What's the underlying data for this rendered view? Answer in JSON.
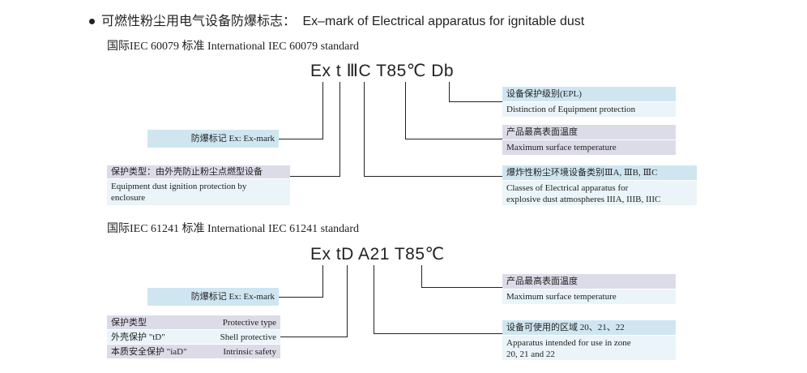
{
  "heading": {
    "zh": "可燃性粉尘用电气设备防爆标志：",
    "en": "Ex–mark of Electrical apparatus for ignitable dust"
  },
  "standard1": {
    "title": "国际IEC 60079 标准  International IEC 60079 standard",
    "marking": "Ex t ⅢC T85℃ Db",
    "exmark": "防爆标记  Ex: Ex-mark",
    "protection_zh": "保护类型：由外壳防止粉尘点燃型设备",
    "protection_en_1": "Equipment dust ignition protection by",
    "protection_en_2": "enclosure",
    "epl_zh": "设备保护级别(EPL)",
    "epl_en": "Distinction of Equipment protection",
    "temp_zh": "产品最高表面温度",
    "temp_en": "Maximum surface temperature",
    "group_zh": "爆炸性粉尘环境设备类别ⅢA, ⅢB, ⅢC",
    "group_en_1": "Classes of Electrical apparatus for",
    "group_en_2": "explosive dust atmospheres IIIA, IIIB, IIIC"
  },
  "standard2": {
    "title": "国际IEC 61241 标准  International IEC 61241 standard",
    "marking": "Ex tD A21 T85℃",
    "exmark": "防爆标记  Ex: Ex-mark",
    "ptype_zh": "保护类型",
    "ptype_en": "Protective type",
    "shell_zh": "外壳保护 \"tD\"",
    "shell_en": "Shell protective",
    "intr_zh": "本质安全保护 \"iaD\"",
    "intr_en": "Intrinsic safety",
    "temp_zh": "产品最高表面温度",
    "temp_en": "Maximum surface temperature",
    "zone_zh": "设备可使用的区域 20、21、22",
    "zone_en_1": "Apparatus intended for use in zone",
    "zone_en_2": "20, 21 and 22"
  }
}
